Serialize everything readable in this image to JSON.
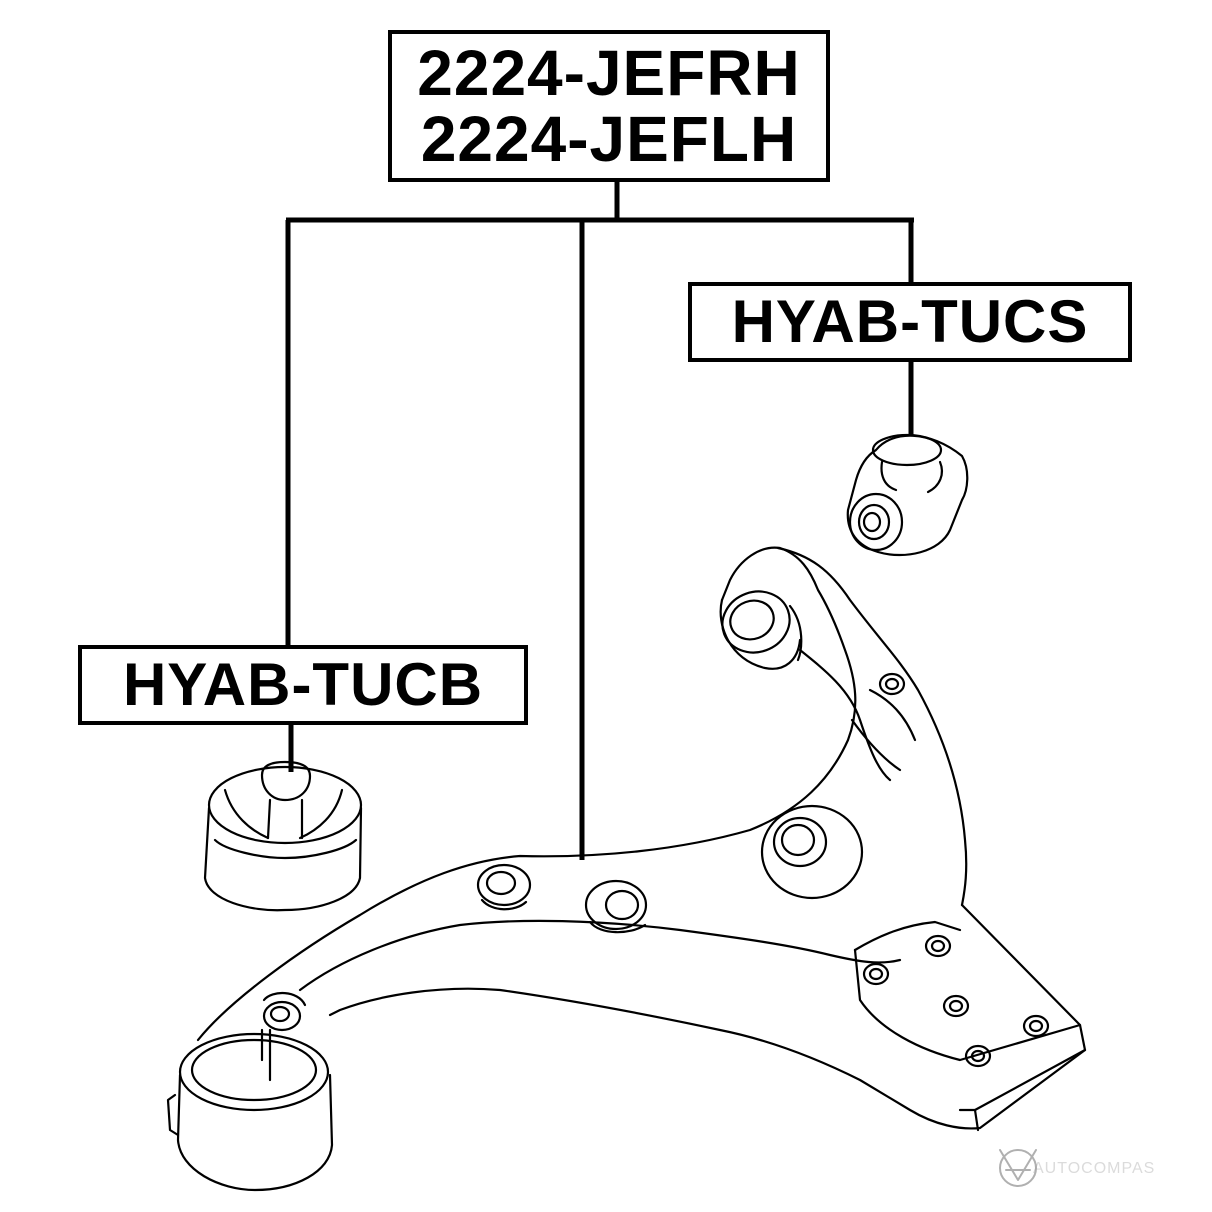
{
  "labels": {
    "main_line1": "2224-JEFRH",
    "main_line2": "2224-JEFLH",
    "upper_bushing": "HYAB-TUCS",
    "lower_bushing": "HYAB-TUCB"
  },
  "watermark": {
    "text": "AUTOCOMPAS"
  },
  "colors": {
    "line": "#000000",
    "background": "#ffffff",
    "watermark": "#9a9a9a"
  }
}
